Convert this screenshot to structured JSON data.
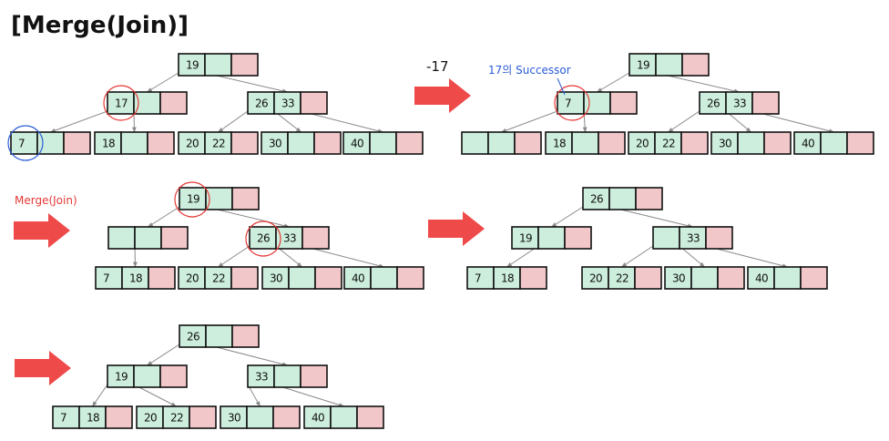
{
  "title": "[Merge(Join)]",
  "colors": {
    "key_fill": "#cdeedd",
    "pointer_fill": "#f1c7c9",
    "outline": "#111111",
    "edge": "#8a8a8a",
    "arrow": "#ef4a4a",
    "highlight_red": "#e53935",
    "highlight_blue": "#2a5bd7"
  },
  "steps": [
    {
      "id": "step1",
      "nodes": [
        {
          "id": "s1-root",
          "keys": [
            "19",
            ""
          ]
        },
        {
          "id": "s1-n17",
          "keys": [
            "17",
            ""
          ]
        },
        {
          "id": "s1-n26",
          "keys": [
            "26",
            "33"
          ]
        },
        {
          "id": "s1-l7",
          "keys": [
            "7",
            ""
          ]
        },
        {
          "id": "s1-l18",
          "keys": [
            "18",
            ""
          ]
        },
        {
          "id": "s1-l2022",
          "keys": [
            "20",
            "22"
          ]
        },
        {
          "id": "s1-l30",
          "keys": [
            "30",
            ""
          ]
        },
        {
          "id": "s1-l40",
          "keys": [
            "40",
            ""
          ]
        }
      ]
    },
    {
      "id": "step2",
      "nodes": [
        {
          "id": "s2-root",
          "keys": [
            "19",
            ""
          ]
        },
        {
          "id": "s2-n7",
          "keys": [
            "7",
            ""
          ]
        },
        {
          "id": "s2-n26",
          "keys": [
            "26",
            "33"
          ]
        },
        {
          "id": "s2-lempty",
          "keys": [
            "",
            ""
          ]
        },
        {
          "id": "s2-l18",
          "keys": [
            "18",
            ""
          ]
        },
        {
          "id": "s2-l2022",
          "keys": [
            "20",
            "22"
          ]
        },
        {
          "id": "s2-l30",
          "keys": [
            "30",
            ""
          ]
        },
        {
          "id": "s2-l40",
          "keys": [
            "40",
            ""
          ]
        }
      ]
    },
    {
      "id": "step3",
      "nodes": [
        {
          "id": "s3-root",
          "keys": [
            "19",
            ""
          ]
        },
        {
          "id": "s3-nempty",
          "keys": [
            "",
            ""
          ]
        },
        {
          "id": "s3-n26",
          "keys": [
            "26",
            "33"
          ]
        },
        {
          "id": "s3-l718",
          "keys": [
            "7",
            "18"
          ]
        },
        {
          "id": "s3-l2022",
          "keys": [
            "20",
            "22"
          ]
        },
        {
          "id": "s3-l30",
          "keys": [
            "30",
            ""
          ]
        },
        {
          "id": "s3-l40",
          "keys": [
            "40",
            ""
          ]
        }
      ]
    },
    {
      "id": "step4",
      "nodes": [
        {
          "id": "s4-root",
          "keys": [
            "26",
            ""
          ]
        },
        {
          "id": "s4-n19",
          "keys": [
            "19",
            ""
          ]
        },
        {
          "id": "s4-n33",
          "keys": [
            "",
            "33"
          ]
        },
        {
          "id": "s4-l718",
          "keys": [
            "7",
            "18"
          ]
        },
        {
          "id": "s4-l2022",
          "keys": [
            "20",
            "22"
          ]
        },
        {
          "id": "s4-l30",
          "keys": [
            "30",
            ""
          ]
        },
        {
          "id": "s4-l40",
          "keys": [
            "40",
            ""
          ]
        }
      ]
    },
    {
      "id": "step5",
      "nodes": [
        {
          "id": "s5-root",
          "keys": [
            "26",
            ""
          ]
        },
        {
          "id": "s5-n19",
          "keys": [
            "19",
            ""
          ]
        },
        {
          "id": "s5-n33",
          "keys": [
            "33",
            ""
          ]
        },
        {
          "id": "s5-l718",
          "keys": [
            "7",
            "18"
          ]
        },
        {
          "id": "s5-l2022",
          "keys": [
            "20",
            "22"
          ]
        },
        {
          "id": "s5-l30",
          "keys": [
            "30",
            ""
          ]
        },
        {
          "id": "s5-l40",
          "keys": [
            "40",
            ""
          ]
        }
      ]
    }
  ],
  "labels": {
    "minus17": "-17",
    "successor": "17의 Successor",
    "merge": "Merge(Join)"
  }
}
